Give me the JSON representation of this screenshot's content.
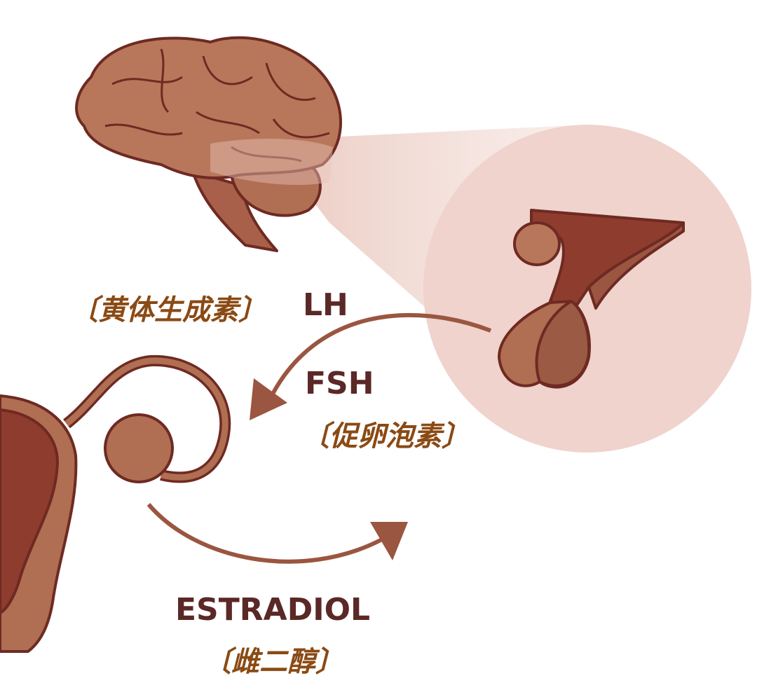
{
  "labels": {
    "lh_cn": "〔黄体生成素〕",
    "lh_en": "LH",
    "fsh_en": "FSH",
    "fsh_cn": "〔促卵泡素〕",
    "estradiol_en": "ESTRADIOL",
    "estradiol_cn": "〔雌二醇〕"
  },
  "colors": {
    "organ_fill": "#b06e52",
    "organ_dark": "#8a3a2e",
    "outline": "#6e2a22",
    "zoom_circle": "#efd3cc",
    "arrow": "#9a5640",
    "label_cn": "#8a4a14",
    "label_en": "#5a2826"
  }
}
